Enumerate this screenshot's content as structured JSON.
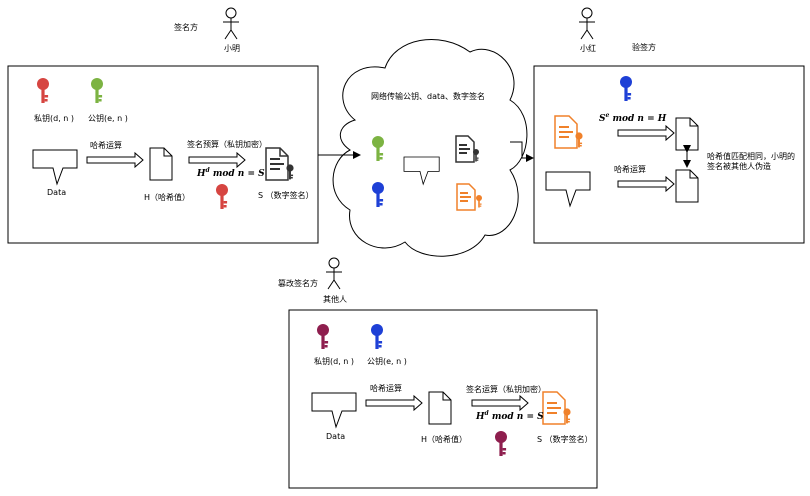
{
  "actors": {
    "signer_role": "签名方",
    "signer_name": "小明",
    "verifier_name": "小红",
    "verifier_role": "验签方",
    "tamper_role": "篡改签名方",
    "tamper_name": "其他人"
  },
  "signer_box": {
    "private_key_label": "私钥(d, n )",
    "public_key_label": "公钥(e, n )",
    "hash_op": "哈希运算",
    "sign_op": "签名预算（私钥加密）",
    "formula": "H^d mod n = S",
    "data_label": "Data",
    "hash_label": "H（哈希值）",
    "sig_label": "S （数字签名）"
  },
  "cloud": {
    "label": "网络传输公钥、data、数字签名"
  },
  "verifier_box": {
    "formula": "S^e mod n = H",
    "hash_op": "哈希运算",
    "note_line1": "哈希值匹配相同，小明的",
    "note_line2": "签名被其他人伪造"
  },
  "tamper_box": {
    "private_key_label": "私钥(d, n )",
    "public_key_label": "公钥(e, n )",
    "hash_op": "哈希运算",
    "sign_op": "签名运算（私钥加密）",
    "formula": "H^d mod n = S",
    "data_label": "Data",
    "hash_label": "H（哈希值）",
    "sig_label": "S （数字签名）"
  },
  "colors": {
    "red_key": "#d64541",
    "green_key": "#7cb342",
    "blue_key": "#1e40d6",
    "maroon_key": "#8e1e4e",
    "orange_doc": "#f0812a"
  }
}
